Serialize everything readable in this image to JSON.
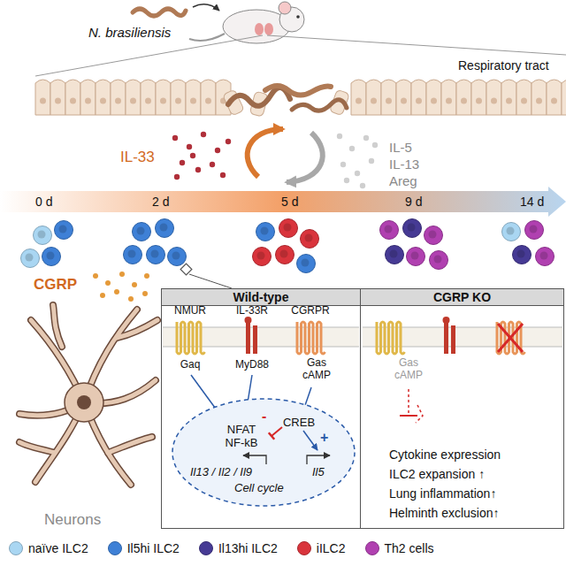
{
  "diagram": {
    "nodes": [
      {
        "text": [
          "Wild-type"
        ]
      },
      {
        "text": [
          "CREB",
          "NFAT NF-kB",
          "Il13 / Il2 / Il9",
          "Cell cycle",
          "Il5"
        ],
        "in": 0
      },
      {
        "text": [
          "CGRP KO"
        ]
      }
    ],
    "labels": [
      "N. brasiliensis",
      "Respiratory tract",
      "IL-33",
      "IL-5",
      "IL-13",
      "Areg",
      "0 d",
      "2 d",
      "5 d",
      "9 d",
      "14 d",
      "CGRP",
      "Neurons",
      "NMUR",
      "IL-33R",
      "CGRPR",
      "Gaq",
      "MyD88",
      "Gas cAMP",
      "-",
      "+",
      "Gas cAMP",
      "Cytokine expression",
      "ILC2 expansion ↑",
      "Lung inflammation↑",
      "Helminth exclusion↑"
    ],
    "legend": [
      {
        "text": "naïve ILC2",
        "color": "#a9d6f2"
      },
      {
        "text": "Il5hi ILC2",
        "color": "#3e80d6"
      },
      {
        "text": "Il13hi ILC2",
        "color": "#463a94"
      },
      {
        "text": "iILC2",
        "color": "#d9343c"
      },
      {
        "text": "Th2 cells",
        "color": "#b040b0"
      }
    ]
  }
}
